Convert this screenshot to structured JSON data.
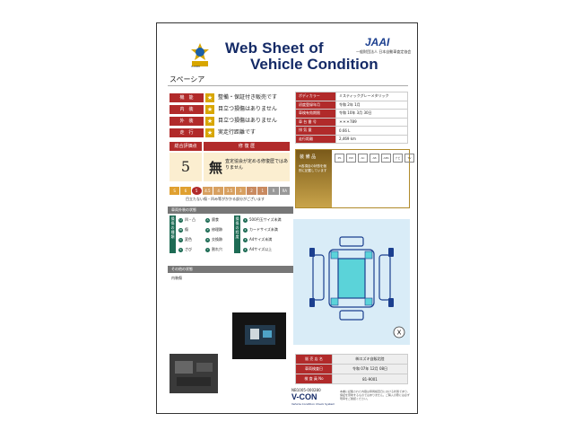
{
  "header": {
    "title_line1": "Web Sheet of",
    "title_line2": "Vehicle Condition",
    "vcon_badge": "V-CON",
    "jaai_logo": "JAAI",
    "jaai_sub": "一般財団法人 日本自動車査定協会"
  },
  "model_name": "スペーシア",
  "ratings": [
    {
      "label": "機　能",
      "icon": "star-icon",
      "text": "整備・保証付き販売です"
    },
    {
      "label": "内　装",
      "icon": "star-icon",
      "text": "目立つ損傷はありません"
    },
    {
      "label": "外　装",
      "icon": "star-icon",
      "text": "目立つ損傷はありません"
    },
    {
      "label": "走　行",
      "icon": "star-icon",
      "text": "実走行距離です"
    }
  ],
  "specs": [
    {
      "key": "ボディカラー",
      "value": "ミスティックグレーメタリック"
    },
    {
      "key": "初度登録年月",
      "value": "令和 2年 1月"
    },
    {
      "key": "車検有効期限",
      "value": "令和 10年 3月 30日"
    },
    {
      "key": "車 台 番 号",
      "value": "＊＊＊789"
    },
    {
      "key": "排 気 量",
      "value": "0.66 L"
    },
    {
      "key": "走行距離",
      "value": "2,469 km"
    }
  ],
  "score": {
    "head_score": "総合評価点",
    "head_history": "修 復 歴",
    "value": "5",
    "history_mark": "無",
    "history_text": "査定協会が定める修復歴ではありません",
    "scale": [
      "S",
      "6",
      "5",
      "4.5",
      "4",
      "3.5",
      "3",
      "2",
      "1",
      "R",
      "RA"
    ],
    "scale_note": "目立たない傷・凹み等がかかる部分がございます"
  },
  "equipment": {
    "label": "装 備 品",
    "note": "※各項目の状態を個別に記載しています",
    "items": [
      "PS",
      "PW",
      "AC",
      "AB",
      "ABS",
      "ナビ",
      "TV"
    ]
  },
  "legend": {
    "section_title": "車両外装の状態",
    "tag_damage": "損傷の種類",
    "tag_level": "損傷の程度",
    "damage_types": [
      {
        "code": "U",
        "text": "凹・凸",
        "code2": "A",
        "text2": "腐食"
      },
      {
        "code": "W",
        "text": "傷",
        "code2": "P",
        "text2": "修理跡"
      },
      {
        "code": "C",
        "text": "変色",
        "code2": "X",
        "text2": "交換跡"
      },
      {
        "code": "S",
        "text": "さび",
        "code2": "Y",
        "text2": "割れ穴"
      }
    ],
    "levels": [
      {
        "num": "1",
        "text": "500円玉サイズ未満"
      },
      {
        "num": "2",
        "text": "カードサイズ未満"
      },
      {
        "num": "3",
        "text": "A4サイズ未満"
      },
      {
        "num": "4",
        "text": "A4サイズ以上"
      }
    ]
  },
  "other": {
    "section_title": "その他の状態",
    "interior_label": "内装傷"
  },
  "diagram": {
    "corner_mark": "X"
  },
  "dealer": [
    {
      "key": "販 売 店 名",
      "value": "㈱スズキ自販北陸"
    },
    {
      "key": "車両検査日",
      "value": "令和 07年 12月 08日"
    },
    {
      "key": "検 査 員 No",
      "value": "81-9001"
    }
  ],
  "footer": {
    "sheet_id": "NB1005-000280",
    "logo": "V-CON",
    "sub": "Vehicle Condition Check System",
    "note": "本書に記載された内容は車両検査日における状態であり、保証を意味するものではありません。ご購入の際には必ず現車をご確認ください。"
  },
  "colors": {
    "accent_red": "#b12a2a",
    "navy": "#142a66",
    "gold": "#d8a600"
  }
}
